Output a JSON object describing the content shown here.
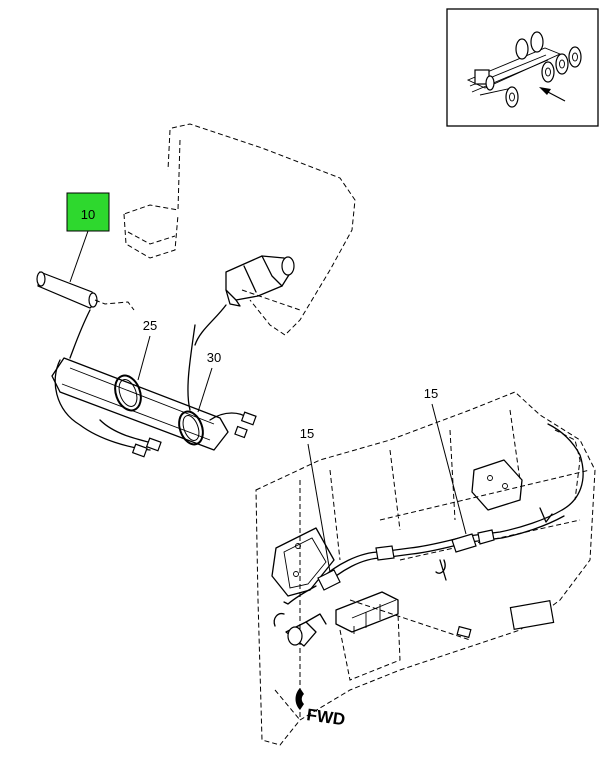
{
  "callouts": {
    "c10": {
      "label": "10",
      "highlight": "#2ed82e"
    },
    "c25": {
      "label": "25"
    },
    "c30": {
      "label": "30"
    },
    "c15a": {
      "label": "15"
    },
    "c15b": {
      "label": "15"
    }
  },
  "orientation": {
    "label": "FWD"
  },
  "icons": {
    "locator": "truck-chassis-locator-icon",
    "direction": "forward-arrow-icon"
  }
}
